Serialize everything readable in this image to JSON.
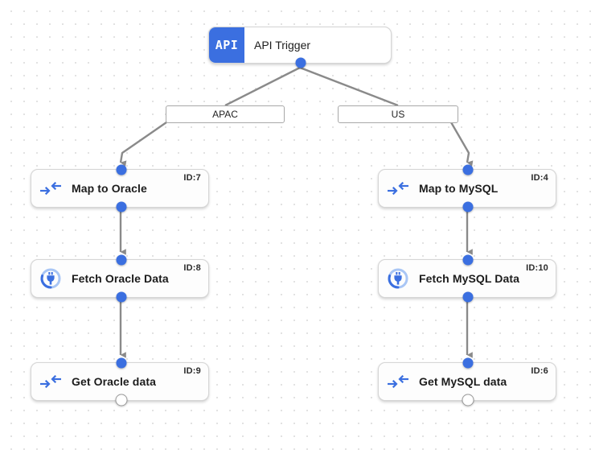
{
  "canvas": {
    "background_color": "#ffffff",
    "dot_color": "#e2e2e2",
    "accent_color": "#3b6fe0",
    "edge_color": "#8a8a8a"
  },
  "trigger": {
    "badge_text": "API",
    "label": "API Trigger",
    "icon": "api-badge-icon"
  },
  "branches": [
    {
      "label": "APAC"
    },
    {
      "label": "US"
    }
  ],
  "nodes": [
    {
      "label": "Map to Oracle",
      "id_text": "ID:7",
      "icon": "map-arrows-icon",
      "out_port": "filled"
    },
    {
      "label": "Fetch Oracle Data",
      "id_text": "ID:8",
      "icon": "database-plug-icon",
      "out_port": "filled"
    },
    {
      "label": "Get Oracle data",
      "id_text": "ID:9",
      "icon": "map-arrows-icon",
      "out_port": "hollow"
    },
    {
      "label": "Map to MySQL",
      "id_text": "ID:4",
      "icon": "map-arrows-icon",
      "out_port": "filled"
    },
    {
      "label": "Fetch MySQL Data",
      "id_text": "ID:10",
      "icon": "database-plug-icon",
      "out_port": "filled"
    },
    {
      "label": "Get MySQL data",
      "id_text": "ID:6",
      "icon": "map-arrows-icon",
      "out_port": "hollow"
    }
  ]
}
